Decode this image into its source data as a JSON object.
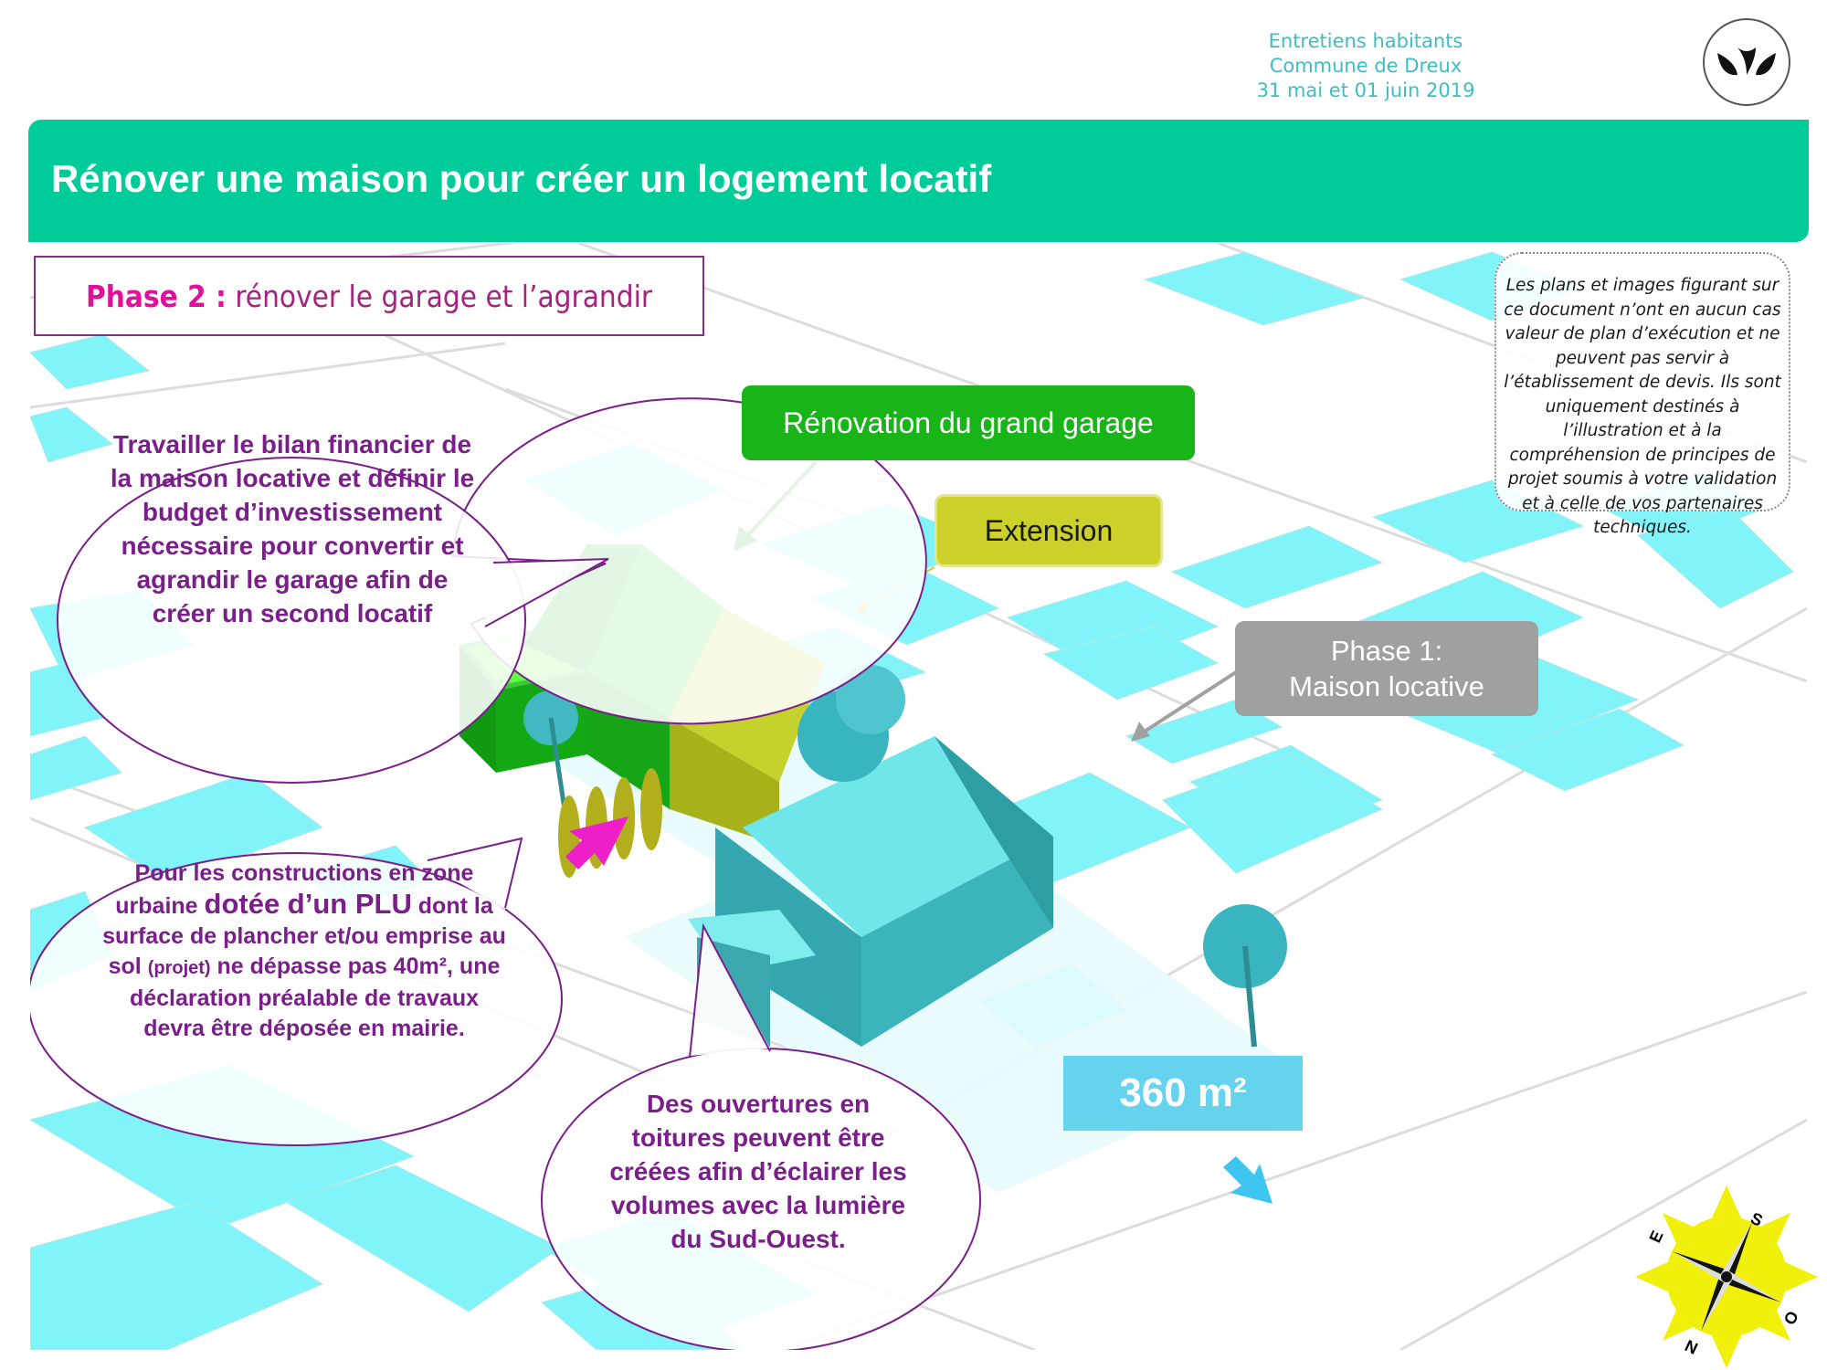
{
  "header": {
    "line1": "Entretiens habitants",
    "line2": "Commune de Dreux",
    "line3": "31 mai et 01 juin 2019"
  },
  "title": "Rénover une maison pour créer un logement locatif",
  "phase2": {
    "label": "Phase 2 :",
    "text": " rénover le garage et l’agrandir"
  },
  "bubbles": {
    "financial": "Travailler le bilan financier de la maison locative et définir le budget d’investissement nécessaire pour convertir et agrandir le garage afin de créer un second locatif",
    "plu": {
      "part1": "Pour les constructions en zone urbaine ",
      "part2": "dotée d’un PLU",
      "part3": " dont la surface de plancher et/ou emprise au sol ",
      "part4": "(projet)",
      "part5": " ne dépasse pas  40m², une déclaration préalable de travaux devra être déposée en mairie."
    },
    "openings": "Des ouvertures en toitures peuvent être créées afin d’éclairer les volumes avec la lumière du Sud-Ouest."
  },
  "labels": {
    "renovation": "Rénovation du grand garage",
    "extension": "Extension",
    "phase1_line1": "Phase 1:",
    "phase1_line2": "Maison locative"
  },
  "area": "360 m²",
  "disclaimer": "Les plans et images figurant sur ce document n’ont en aucun cas valeur de plan d’exécution et ne peuvent pas servir à l’établissement de devis. Ils sont uniquement destinés à l’illustration et à la compréhension de principes de projet soumis à votre validation et à celle de vos partenaires techniques.",
  "compass": {
    "s": "S",
    "o": "O",
    "n": "N",
    "e": "E"
  },
  "colors": {
    "accent": "#00cc99",
    "parcel": "#80f4f8",
    "bubble_text": "#7a1e8a",
    "garage": "#18b418",
    "extension": "#cbd12a",
    "house": "#5fd6dc"
  }
}
